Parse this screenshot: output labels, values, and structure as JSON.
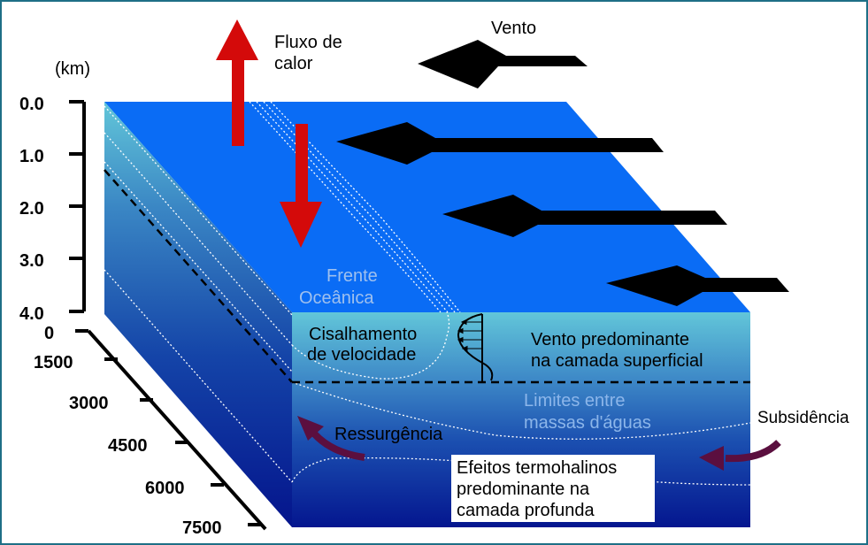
{
  "depth_axis": {
    "unit_label": "(km)",
    "ticks": [
      "0.0",
      "1.0",
      "2.0",
      "3.0",
      "4.0"
    ]
  },
  "distance_axis": {
    "ticks": [
      "0",
      "1500",
      "3000",
      "4500",
      "6000",
      "7500"
    ]
  },
  "labels": {
    "heat_flux": [
      "Fluxo de",
      "calor"
    ],
    "wind": "Vento",
    "ocean_front": [
      "Frente",
      "Oceânica"
    ],
    "velocity_shear": [
      "Cisalhamento",
      "de velocidade"
    ],
    "surface_wind": [
      "Vento predominante",
      "na camada superficial"
    ],
    "water_mass_limits": [
      "Limites entre",
      "massas d'águas"
    ],
    "subsidence": "Subsidência",
    "upwelling": "Ressurgência",
    "thermohaline": [
      "Efeitos termohalinos",
      "predominante na",
      "camada profunda"
    ]
  },
  "colors": {
    "frame": "#1e6f86",
    "surface": "#0a6cf5",
    "side_light": "#5fc3d8",
    "side_dark": "#03128a",
    "heat_arrow": "#d40a0a",
    "wind_arrow": "#000000",
    "flow_arrow": "#5b0f3f"
  }
}
